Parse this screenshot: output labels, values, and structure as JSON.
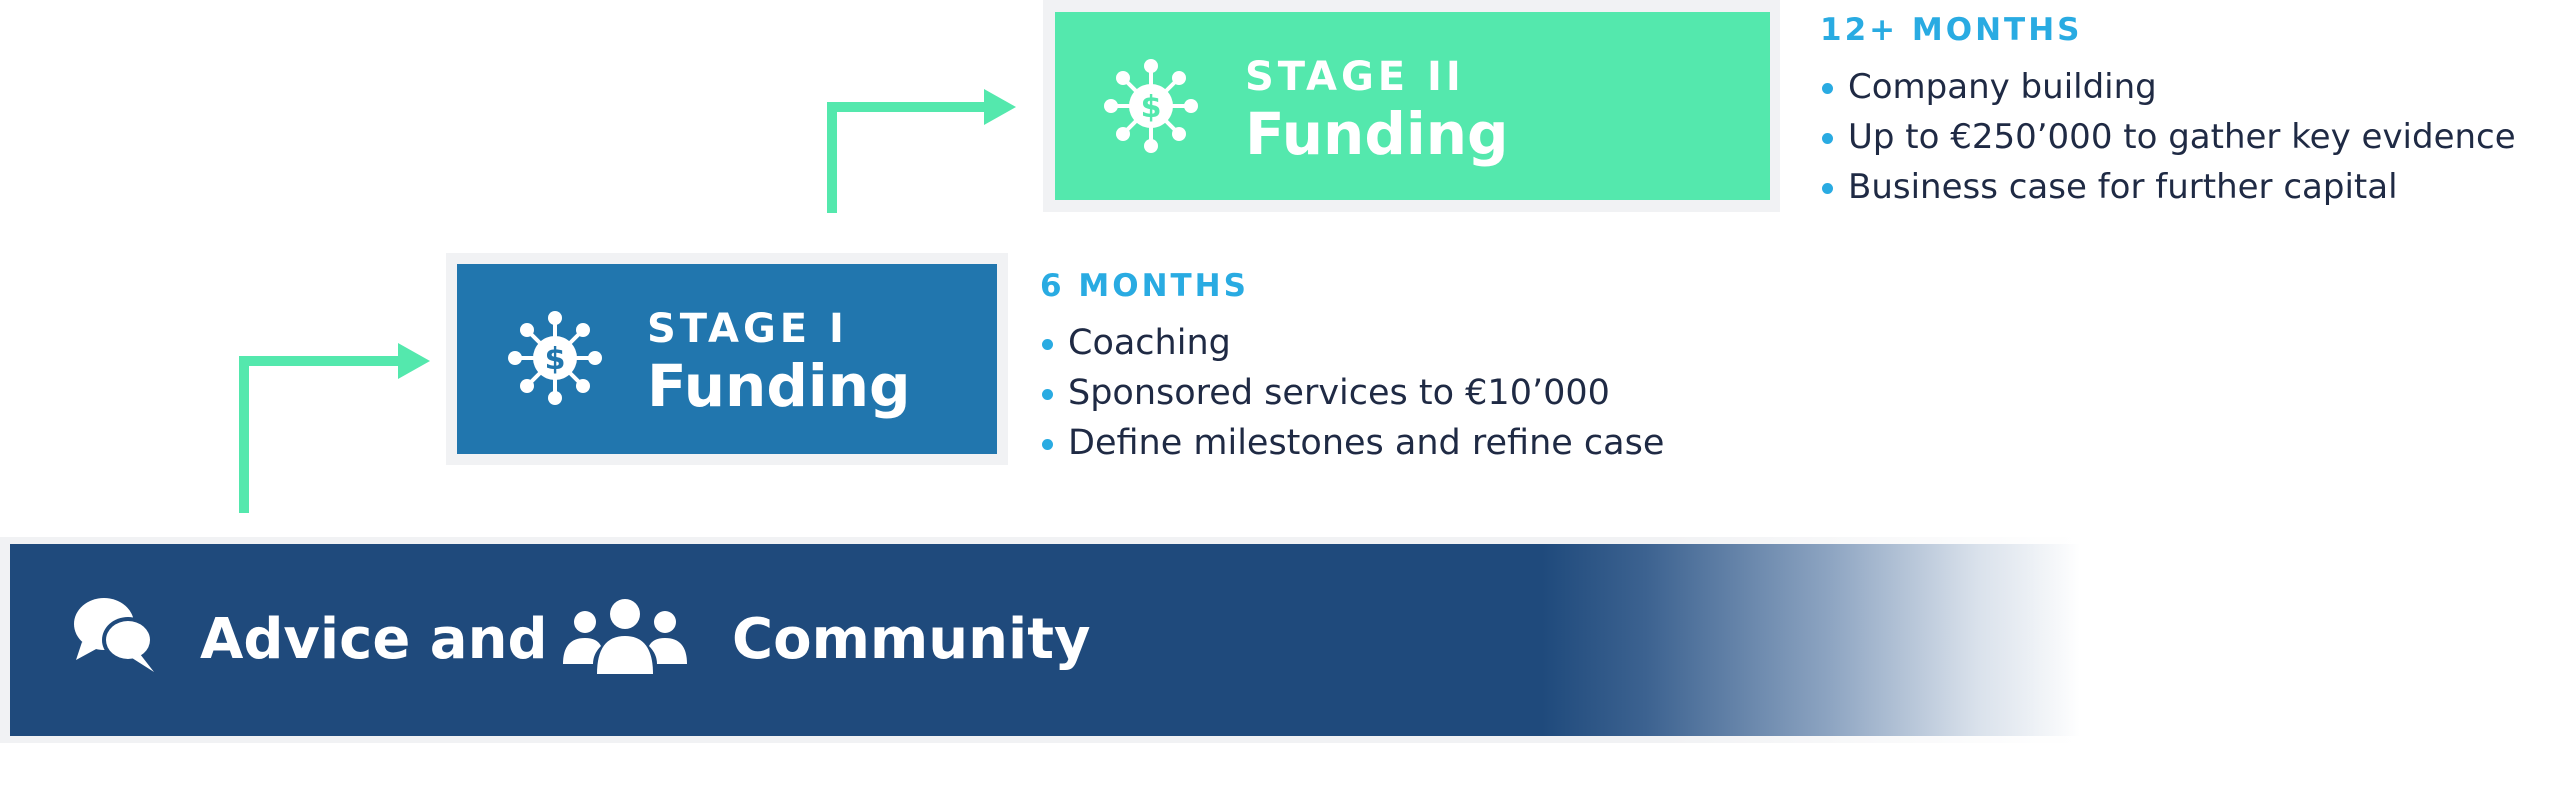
{
  "colors": {
    "navy": "#1f4a7c",
    "stage1_blue": "#2176ae",
    "stage2_mint": "#54e8ad",
    "arrow_green": "#54e8ad",
    "accent_cyan": "#29abe2",
    "text_dark": "#1f2a44"
  },
  "foundation": {
    "label_left": "Advice and",
    "label_right": "Community",
    "icons": [
      "chat-bubbles-icon",
      "people-group-icon"
    ]
  },
  "stages": [
    {
      "kicker": "STAGE I",
      "title": "Funding",
      "icon": "dollar-network-icon",
      "duration": "6 MONTHS",
      "items": [
        "Coaching",
        "Sponsored services to €10’000",
        "Define milestones and refine case"
      ]
    },
    {
      "kicker": "STAGE II",
      "title": "Funding",
      "icon": "dollar-network-icon",
      "duration": "12+ MONTHS",
      "items": [
        "Company building",
        "Up to €250’000 to gather key evidence",
        "Business case for further capital"
      ]
    }
  ]
}
